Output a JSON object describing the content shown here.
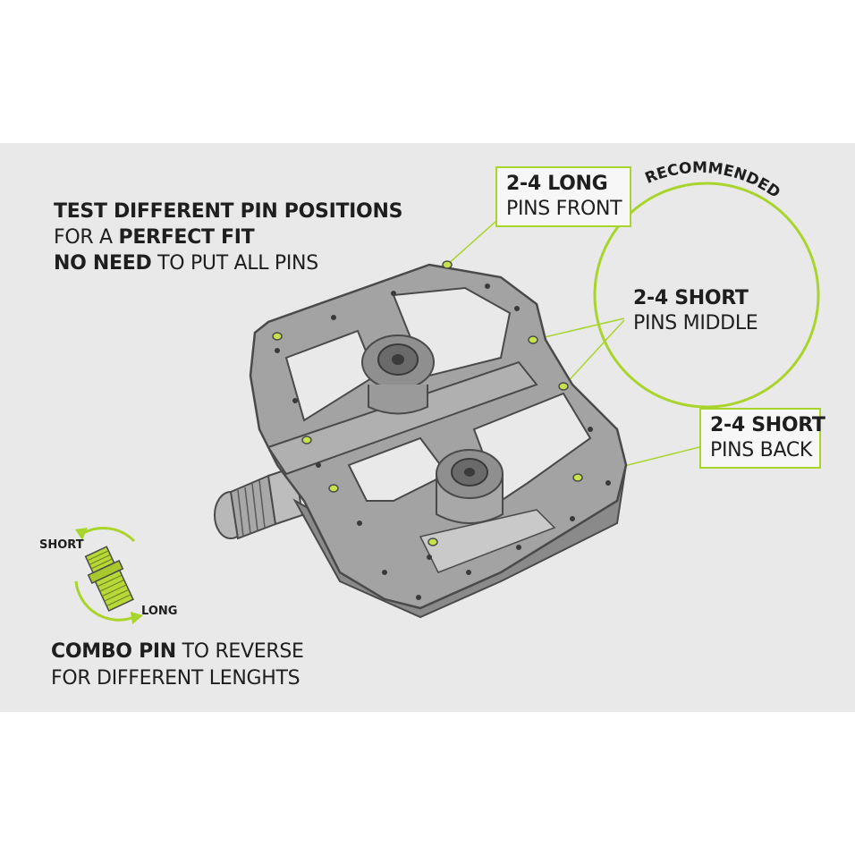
{
  "heading": {
    "line1": "TEST DIFFERENT PIN POSITIONS",
    "line2_pre": "FOR A ",
    "line2_bold": "PERFECT FIT",
    "line3_bold": "NO NEED",
    "line3_rest": " TO PUT ALL PINS"
  },
  "callouts": {
    "front": {
      "line1": "2-4  LONG",
      "line2": "PINS FRONT"
    },
    "middle": {
      "line1": "2-4 SHORT",
      "line2": "PINS MIDDLE"
    },
    "back": {
      "line1": "2-4 SHORT",
      "line2": "PINS BACK"
    }
  },
  "recommended_label": "RECOMMENDED",
  "combo_pin": {
    "short_label": "SHORT",
    "long_label": "LONG",
    "line1_bold": "COMBO PIN",
    "line1_rest": " TO REVERSE",
    "line2": "FOR DIFFERENT LENGHTS"
  },
  "colors": {
    "accent": "#a9d42c",
    "pedal_body": "#9a9a9a",
    "panel_bg": "#e9e9e9",
    "text": "#1e1e1e"
  }
}
